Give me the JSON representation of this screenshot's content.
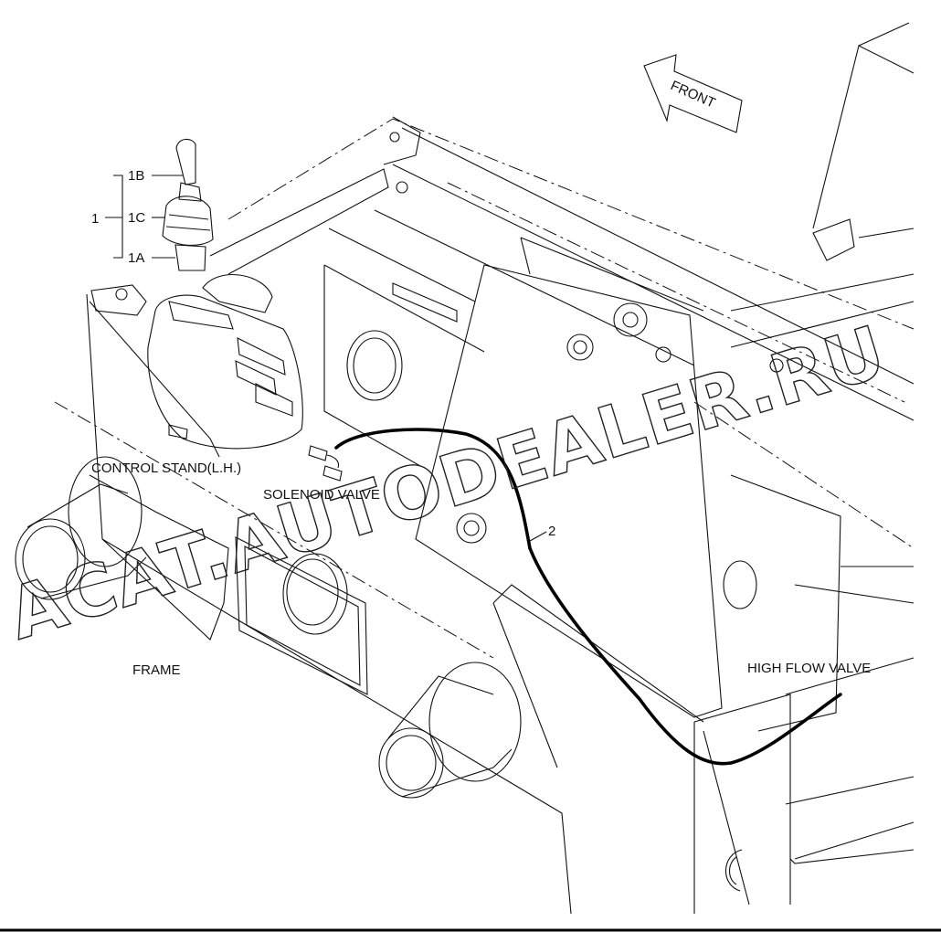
{
  "labels": {
    "front": "FRONT",
    "part_1": "1",
    "part_1a": "1A",
    "part_1b": "1B",
    "part_1c": "1C",
    "part_2": "2",
    "control_stand": "CONTROL STAND(L.H.)",
    "solenoid_valve": "SOLENOID VALVE",
    "frame": "FRAME",
    "high_flow_valve": "HIGH FLOW VALVE"
  },
  "watermark": "ACAT.AUTODEALER.RU"
}
